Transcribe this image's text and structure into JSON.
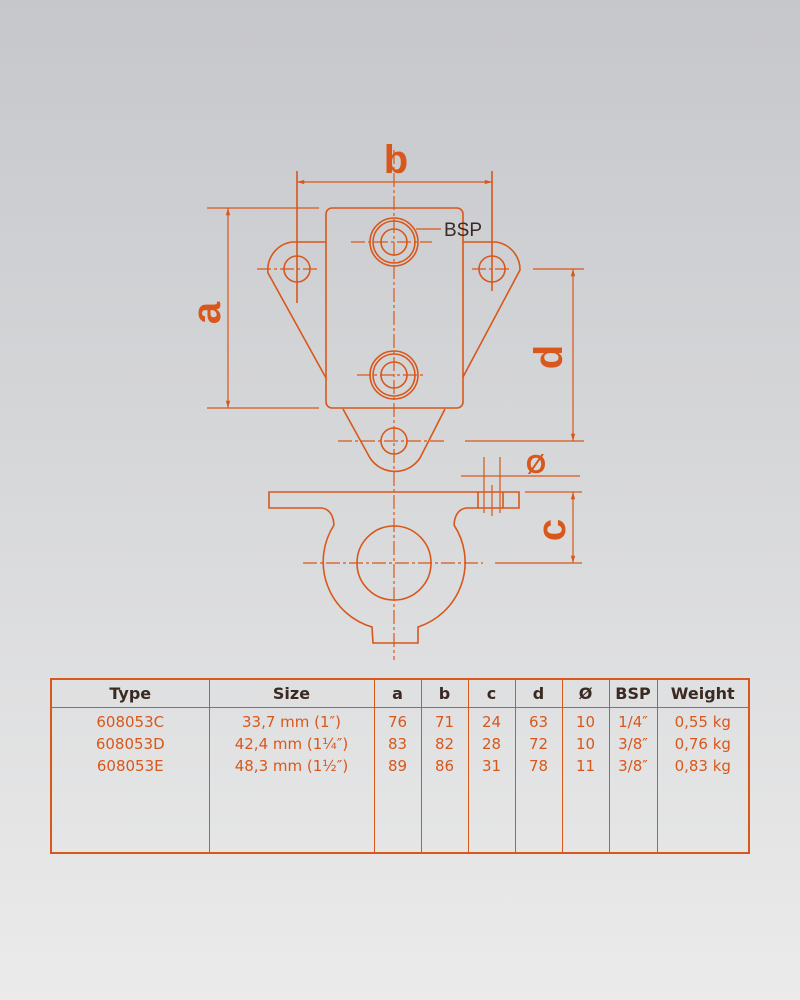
{
  "drawing": {
    "labels": {
      "a": "a",
      "b": "b",
      "c": "c",
      "d": "d",
      "diameter": "Ø",
      "bsp": "BSP"
    },
    "color": "#d9571a"
  },
  "table": {
    "headers": [
      "Type",
      "Size",
      "a",
      "b",
      "c",
      "d",
      "Ø",
      "BSP",
      "Weight"
    ],
    "rows": [
      [
        "608053C",
        "33,7 mm (1″)",
        "76",
        "71",
        "24",
        "63",
        "10",
        "1/4″",
        "0,55 kg"
      ],
      [
        "608053D",
        "42,4 mm (1¼″)",
        "83",
        "82",
        "28",
        "72",
        "10",
        "3/8″",
        "0,76 kg"
      ],
      [
        "608053E",
        "48,3 mm (1½″)",
        "89",
        "86",
        "31",
        "78",
        "11",
        "3/8″",
        "0,83 kg"
      ]
    ]
  }
}
